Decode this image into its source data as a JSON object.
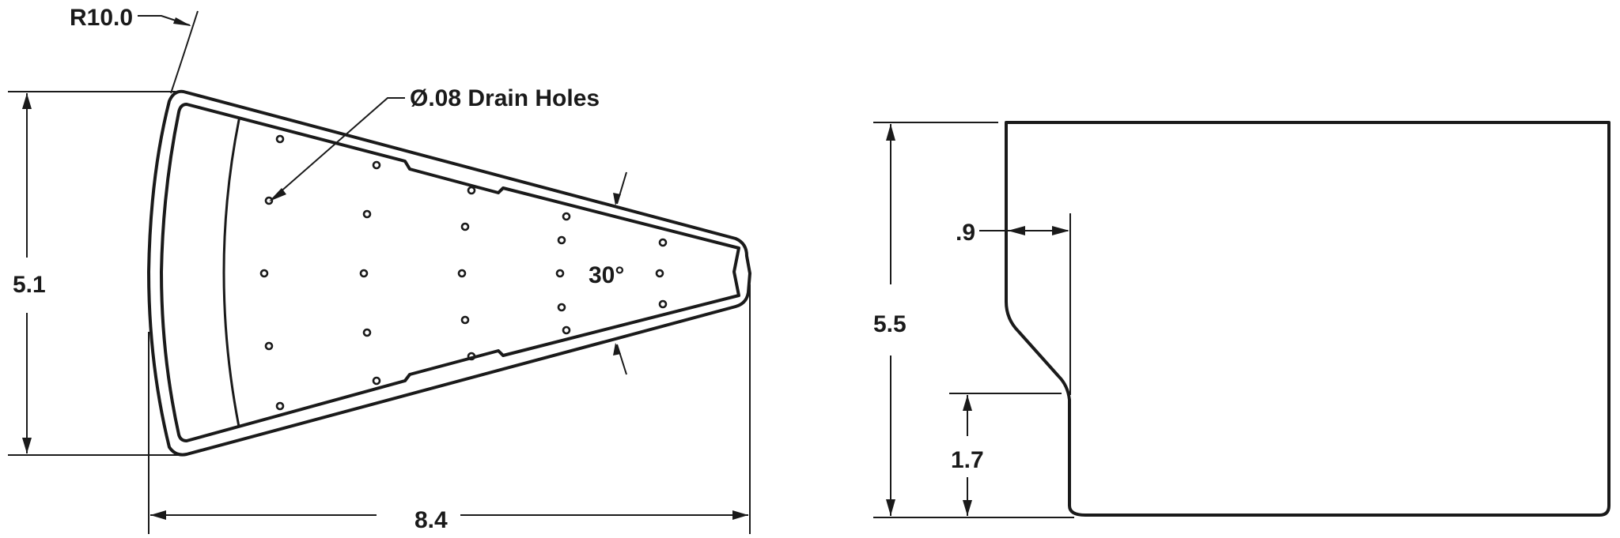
{
  "drawing": {
    "title": "Wedge-shaped sink/basin insert — top and side views",
    "top_view": {
      "radius_label": "R10.0",
      "drain_label": "Ø.08 Drain Holes",
      "angle_label": "30°",
      "height_label": "5.1",
      "width_label": "8.4"
    },
    "side_view": {
      "height_label": "5.5",
      "inset_label": ".9",
      "lower_height_label": "1.7"
    },
    "colors": {
      "line": "#1a1a1a",
      "background": "#ffffff"
    }
  }
}
